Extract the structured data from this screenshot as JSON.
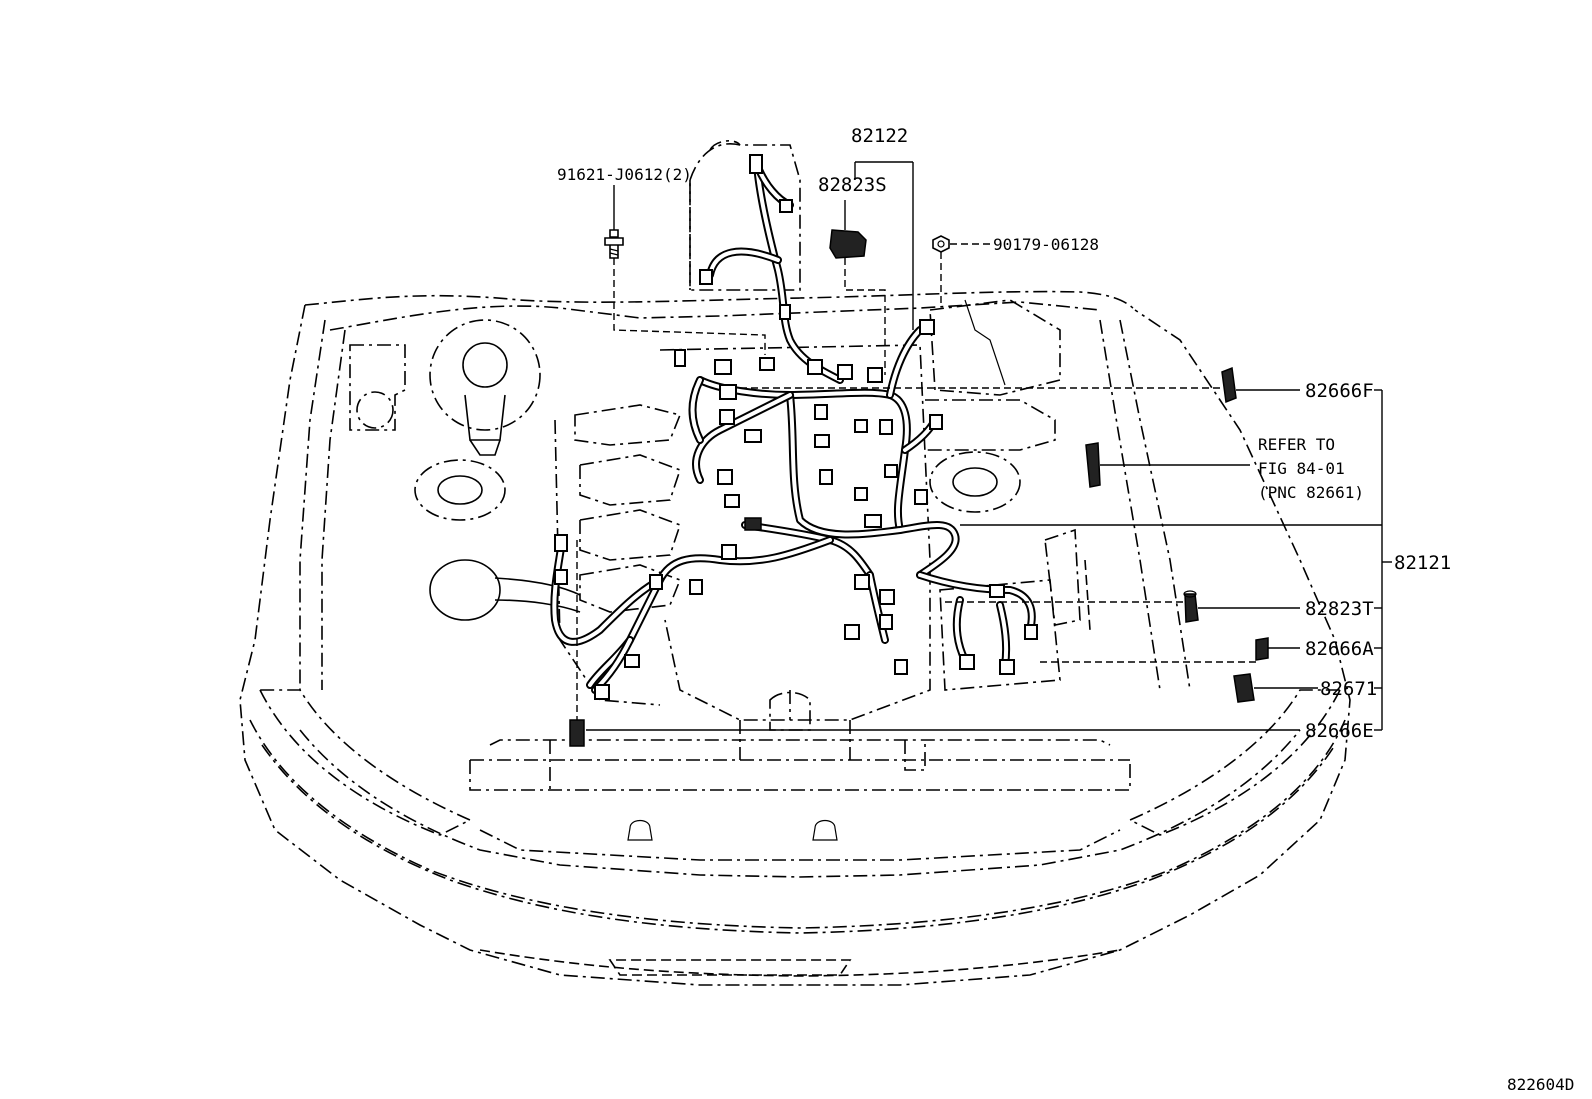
{
  "labels": {
    "p82122": "82122",
    "p82823S": "82823S",
    "p91621": "91621-J0612(2)",
    "p90179": "90179-06128",
    "p82666F": "82666F",
    "refer_line1": "REFER TO",
    "refer_line2": "FIG 84-01",
    "refer_line3": "(PNC 82661)",
    "p82121": "82121",
    "p82823T": "82823T",
    "p82666A": "82666A",
    "p82671": "82671",
    "p82666E": "82666E",
    "figure_code": "822604D"
  },
  "colors": {
    "ink": "#000000",
    "paper": "#ffffff"
  }
}
